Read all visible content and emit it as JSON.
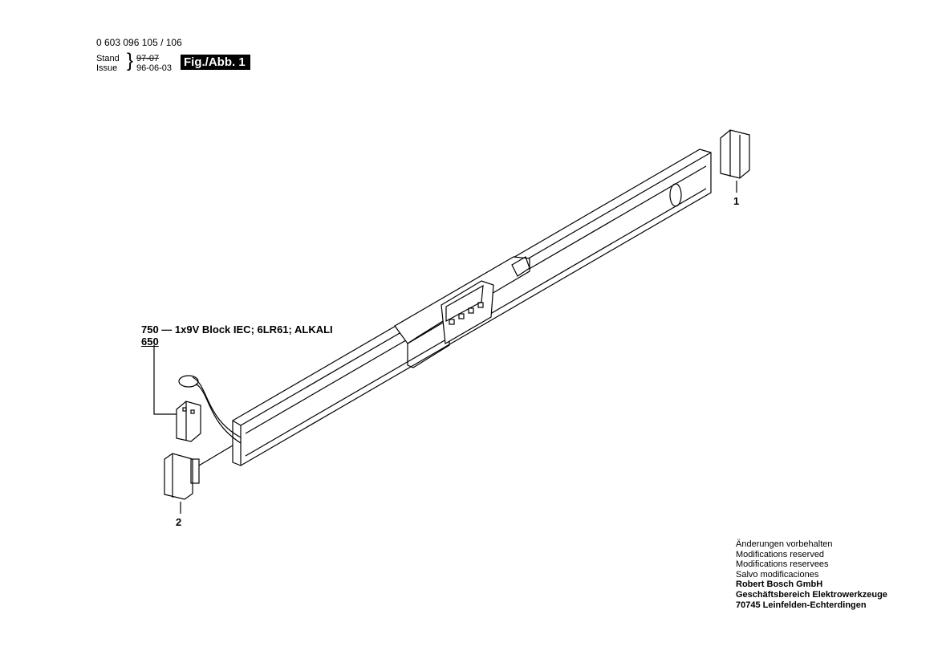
{
  "header": {
    "part_number": "0 603 096 105 / 106",
    "stand_label": "Stand",
    "issue_label": "Issue",
    "old_date": "97-07",
    "issue_date": "96-06-03",
    "figure_label": "Fig./Abb. 1"
  },
  "callouts": {
    "battery_spec": "750 — 1x9V Block IEC; 6LR61; ALKALI",
    "battery_alt": "650",
    "part1": "1",
    "part2": "2"
  },
  "footer": {
    "lines": [
      "Änderungen vorbehalten",
      "Modifications reserved",
      "Modifications reservees",
      "Salvo modificaciones"
    ],
    "company": "Robert Bosch GmbH",
    "division": "Geschäftsbereich Elektrowerkzeuge",
    "address": "70745 Leinfelden-Echterdingen"
  }
}
